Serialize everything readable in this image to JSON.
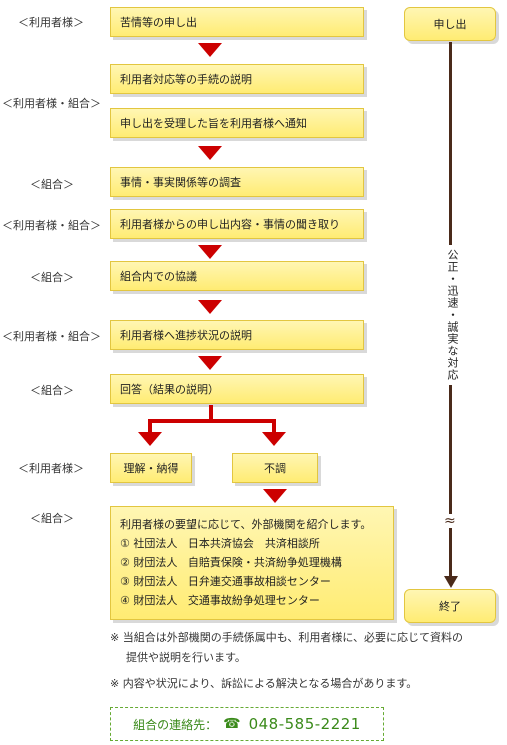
{
  "roles": {
    "user": "＜利用者様＞",
    "user_union": "＜利用者様・組合＞",
    "union": "＜組合＞"
  },
  "steps": {
    "s1": "苦情等の申し出",
    "s2": "利用者対応等の手続の説明",
    "s3": "申し出を受理した旨を利用者様へ通知",
    "s4": "事情・事実関係等の調査",
    "s5": "利用者様からの申し出内容・事情の聞き取り",
    "s6": "組合内での協議",
    "s7": "利用者様へ進捗状況の説明",
    "s8": "回答（結果の説明）",
    "ok": "理解・納得",
    "ng": "不調"
  },
  "referral": {
    "intro": "利用者様の要望に応じて、外部機関を紹介します。",
    "items": [
      {
        "num": "①",
        "type": "社団法人",
        "name": "日本共済協会　共済相談所"
      },
      {
        "num": "②",
        "type": "財団法人",
        "name": "自賠責保険・共済紛争処理機構"
      },
      {
        "num": "③",
        "type": "財団法人",
        "name": "日弁連交通事故相談センター"
      },
      {
        "num": "④",
        "type": "財団法人",
        "name": "交通事故紛争処理センター"
      }
    ]
  },
  "side": {
    "start": "申し出",
    "end": "終了",
    "label": "公正・迅速・誠実な対応",
    "break_mark": "≈"
  },
  "notes": {
    "mark": "※",
    "n1a": "当組合は外部機関の手続係属中も、利用者様に、必要に応じて資料の",
    "n1b": "提供や説明を行います。",
    "n2": "内容や状況により、訴訟による解決となる場合があります。"
  },
  "contact": {
    "label": "組合の連絡先：",
    "phone_icon": "☎",
    "phone": "048-585-2221"
  },
  "colors": {
    "box_fill": "#ffec73",
    "arrow": "#cc0000",
    "side_line": "#4a2a1a",
    "contact": "#3a8a1a"
  }
}
